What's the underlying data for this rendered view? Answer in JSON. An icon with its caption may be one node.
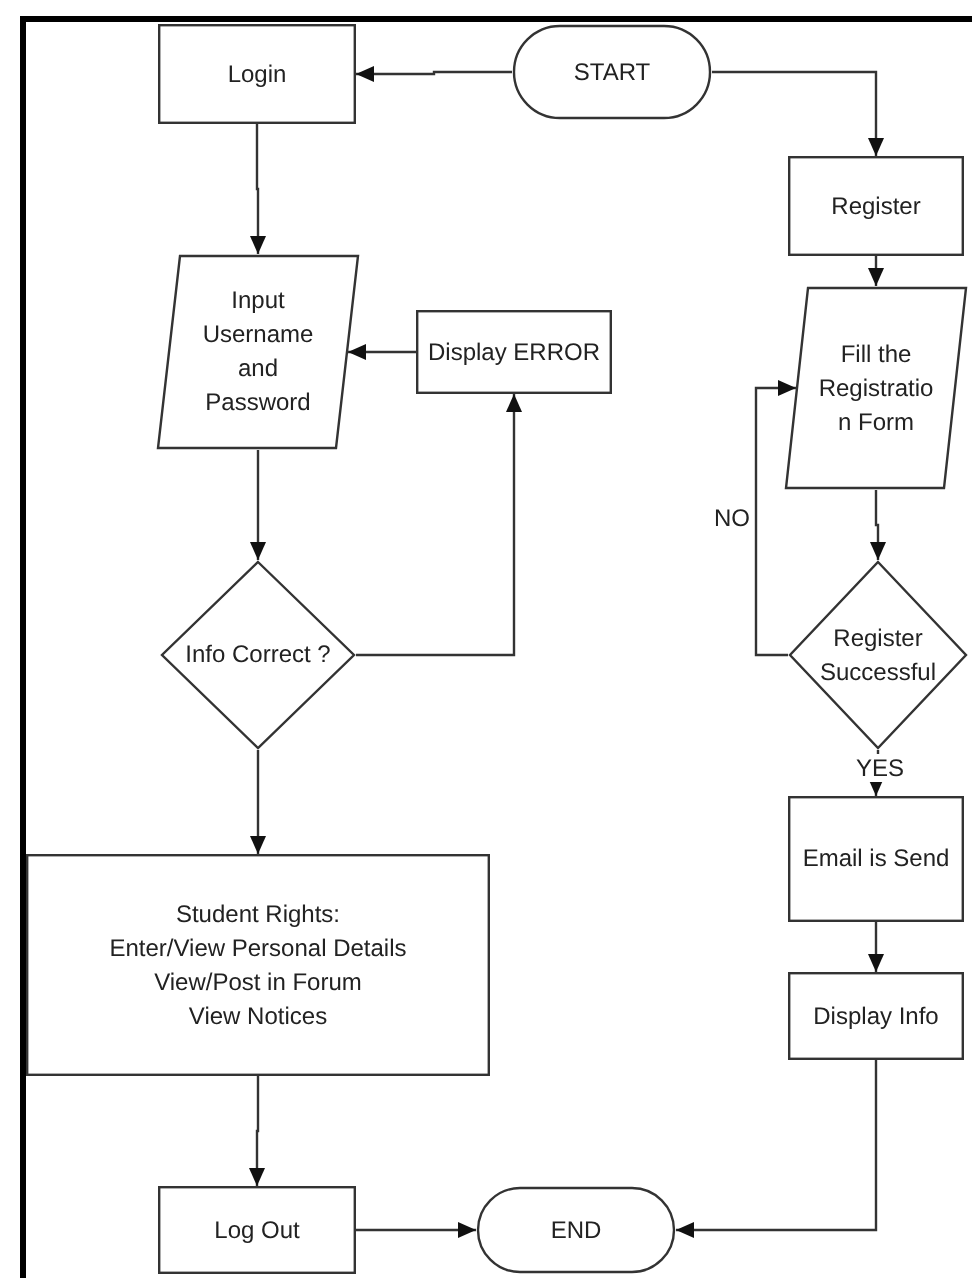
{
  "diagram": {
    "nodes": [
      {
        "text": [
          "START"
        ]
      },
      {
        "text": [
          "Login"
        ]
      },
      {
        "text": [
          "Register"
        ]
      },
      {
        "text": [
          "Input Username and Password"
        ]
      },
      {
        "text": [
          "Display ERROR"
        ]
      },
      {
        "text": [
          "Fill the Registratio n Form"
        ]
      },
      {
        "text": [
          "Info Correct ?"
        ]
      },
      {
        "text": [
          "Register Successful"
        ]
      },
      {
        "text": [
          "Student Rights:",
          "Enter/View Personal Details",
          "View/Post in Forum",
          "View Notices"
        ]
      },
      {
        "text": [
          "Email is Send"
        ]
      },
      {
        "text": [
          "Display Info"
        ]
      },
      {
        "text": [
          "Log Out"
        ]
      },
      {
        "text": [
          "END"
        ]
      }
    ],
    "edges": [
      {
        "from": 0,
        "to": 1,
        "arrow": "to"
      },
      {
        "from": 0,
        "to": 2,
        "arrow": "to"
      },
      {
        "from": 1,
        "to": 3,
        "arrow": "to"
      },
      {
        "from": 4,
        "to": 3,
        "arrow": "to"
      },
      {
        "from": 3,
        "to": 6,
        "arrow": "to"
      },
      {
        "from": 6,
        "to": 4,
        "arrow": "to"
      },
      {
        "from": 6,
        "to": 8,
        "arrow": "to"
      },
      {
        "from": 2,
        "to": 5,
        "arrow": "to"
      },
      {
        "from": 5,
        "to": 7,
        "arrow": "to"
      },
      {
        "from": 7,
        "to": 5,
        "arrow": "to",
        "label": "NO"
      },
      {
        "from": 7,
        "to": 9,
        "arrow": "to",
        "label": "YES"
      },
      {
        "from": 9,
        "to": 10,
        "arrow": "to"
      },
      {
        "from": 8,
        "to": 11,
        "arrow": "to"
      },
      {
        "from": 11,
        "to": 12,
        "arrow": "to"
      },
      {
        "from": 10,
        "to": 12,
        "arrow": "to"
      }
    ]
  }
}
